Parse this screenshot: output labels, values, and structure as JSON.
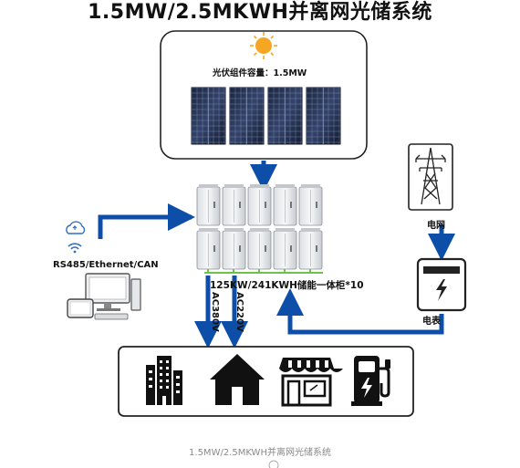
{
  "title": "1.5MW/2.5MKWH并离网光储系统",
  "pv_label": "光伏组件容量：1.5MW",
  "comm_label": "RS485/Ethernet/CAN",
  "storage_label": "125KW/241KWH储能一体柜*10",
  "voltage_380": "AC380V",
  "voltage_220": "AC220V",
  "grid_label": "电网",
  "meter_label": "电表",
  "caption": "1.5MW/2.5MKWH并离网光储系统",
  "load_icons": [
    "office-building-icon",
    "house-icon",
    "shop-icon",
    "charging-station-icon"
  ],
  "colors": {
    "arrow": "#0d4fa8",
    "busbar": "#6cc24a",
    "sun": "#f5a623"
  }
}
